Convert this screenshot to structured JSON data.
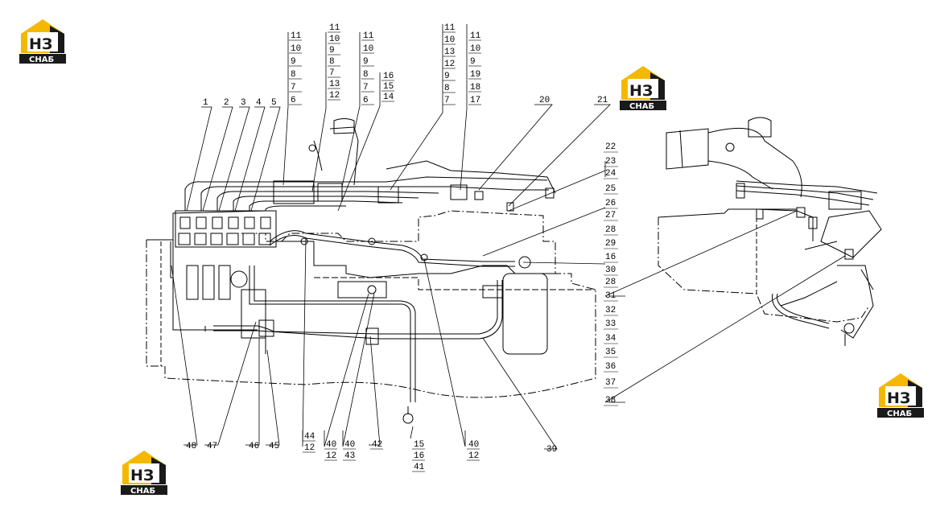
{
  "watermark": {
    "mark": "НЗ",
    "label": "СНАБ",
    "color_primary": "#f5b800",
    "color_dark": "#1a1a1a"
  },
  "callouts": {
    "top_numbers": [
      "1",
      "2",
      "3",
      "4",
      "5",
      "20",
      "21"
    ],
    "stack_a": [
      "11",
      "10",
      "9",
      "8",
      "7",
      "6"
    ],
    "stack_b": [
      "11",
      "10",
      "9",
      "8",
      "7",
      "13",
      "12"
    ],
    "stack_c": [
      "11",
      "10",
      "9",
      "8",
      "7",
      "6"
    ],
    "stack_d": [
      "16",
      "15",
      "14"
    ],
    "stack_e": [
      "11",
      "10",
      "13",
      "12",
      "9",
      "8",
      "7"
    ],
    "stack_f": [
      "11",
      "10",
      "9",
      "19",
      "18",
      "17"
    ],
    "right_column": [
      "22",
      "23",
      "24",
      "25",
      "26",
      "27",
      "28",
      "29",
      "16",
      "30",
      "28",
      "31",
      "32",
      "33",
      "34",
      "35",
      "36",
      "37",
      "38"
    ],
    "bottom_numbers": [
      "48",
      "47",
      "46",
      "45",
      "39"
    ],
    "bottom_stacks": [
      [
        "44",
        "12"
      ],
      [
        "40",
        "12"
      ],
      [
        "40",
        "43"
      ],
      [
        "42"
      ],
      [
        "15",
        "16",
        "41"
      ],
      [
        "40",
        "12"
      ]
    ]
  }
}
